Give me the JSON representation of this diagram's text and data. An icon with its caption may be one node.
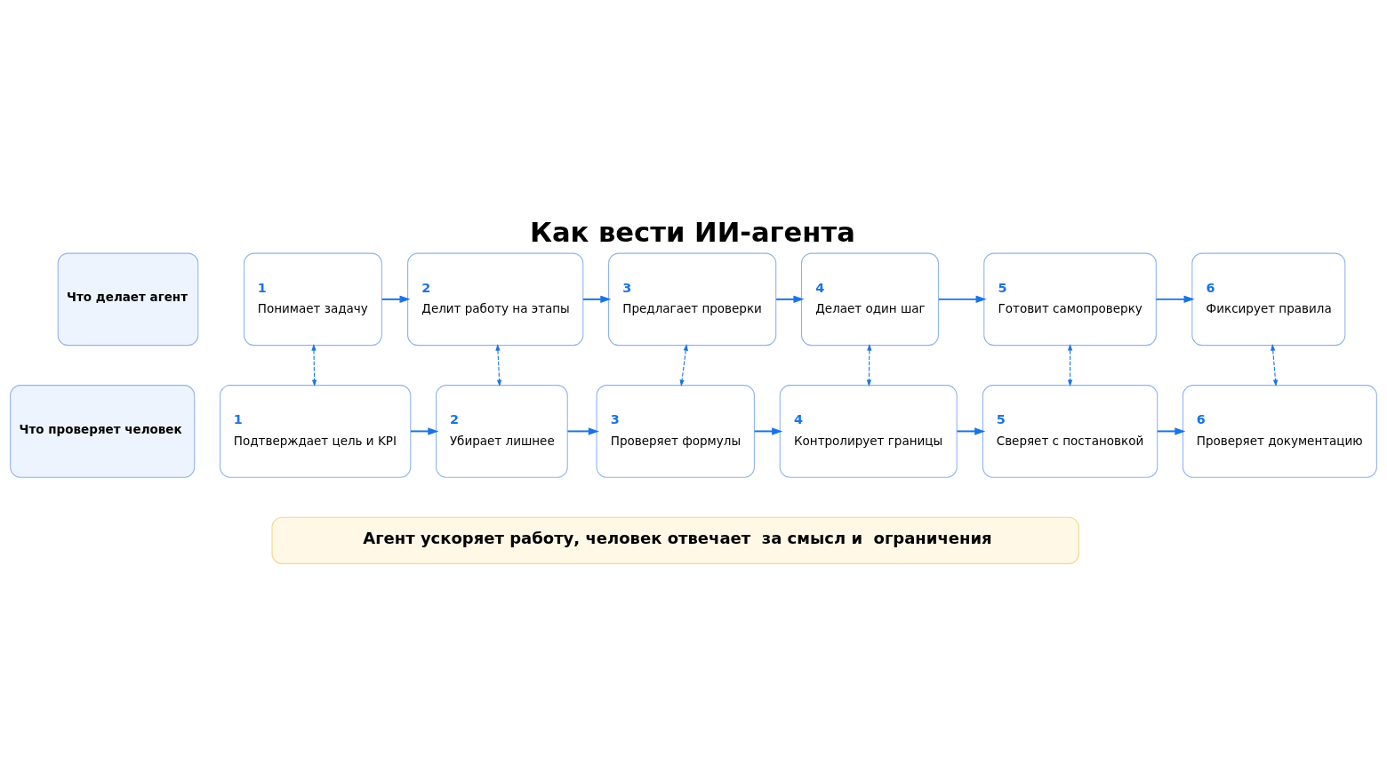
{
  "diagram": {
    "title": "Как вести ИИ-агента",
    "nodes": [
      {
        "text": [
          "Что делает агент"
        ]
      },
      {
        "text": [
          "1",
          "Понимает задачу"
        ]
      },
      {
        "text": [
          "2",
          "Делит работу на этапы"
        ]
      },
      {
        "text": [
          "3",
          "Предлагает проверки"
        ]
      },
      {
        "text": [
          "4",
          "Делает один шаг"
        ]
      },
      {
        "text": [
          "5",
          "Готовит самопроверку"
        ]
      },
      {
        "text": [
          "6",
          "Фиксирует правила"
        ]
      },
      {
        "text": [
          "Что проверяет человек"
        ]
      },
      {
        "text": [
          "1",
          "Подтверждает цель и KPI"
        ]
      },
      {
        "text": [
          "2",
          "Убирает лишнее"
        ]
      },
      {
        "text": [
          "3",
          "Проверяет формулы"
        ]
      },
      {
        "text": [
          "4",
          "Контролирует границы"
        ]
      },
      {
        "text": [
          "5",
          "Сверяет с постановкой"
        ]
      },
      {
        "text": [
          "6",
          "Проверяет документацию"
        ]
      },
      {
        "text": [
          "Агент ускоряет работу, человек отвечает  за смысл и  ограничения"
        ]
      }
    ],
    "edges": [
      {
        "from": 1,
        "to": 2,
        "arrow": "to"
      },
      {
        "from": 2,
        "to": 3,
        "arrow": "to"
      },
      {
        "from": 3,
        "to": 4,
        "arrow": "to"
      },
      {
        "from": 4,
        "to": 5,
        "arrow": "to"
      },
      {
        "from": 5,
        "to": 6,
        "arrow": "to"
      },
      {
        "from": 8,
        "to": 9,
        "arrow": "to"
      },
      {
        "from": 9,
        "to": 10,
        "arrow": "to"
      },
      {
        "from": 10,
        "to": 11,
        "arrow": "to"
      },
      {
        "from": 11,
        "to": 12,
        "arrow": "to"
      },
      {
        "from": 12,
        "to": 13,
        "arrow": "to"
      },
      {
        "from": 1,
        "to": 8,
        "arrow": "both",
        "style": "dashed"
      },
      {
        "from": 2,
        "to": 9,
        "arrow": "both",
        "style": "dashed"
      },
      {
        "from": 3,
        "to": 10,
        "arrow": "both",
        "style": "dashed"
      },
      {
        "from": 4,
        "to": 11,
        "arrow": "both",
        "style": "dashed"
      },
      {
        "from": 5,
        "to": 12,
        "arrow": "both",
        "style": "dashed"
      },
      {
        "from": 6,
        "to": 13,
        "arrow": "both",
        "style": "dashed"
      }
    ]
  }
}
